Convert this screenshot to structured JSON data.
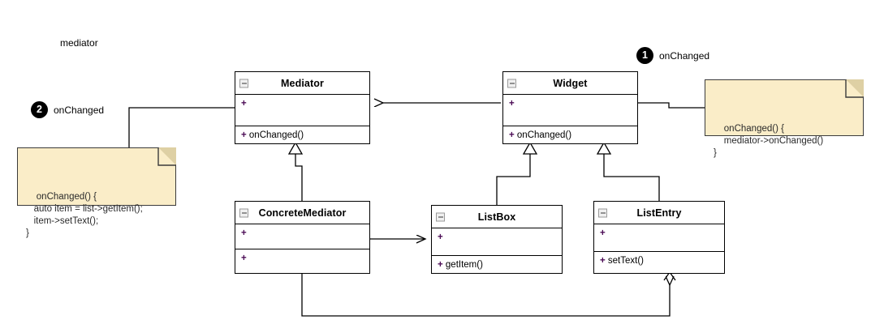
{
  "diagram": {
    "title_label": "mediator",
    "classes": [
      {
        "id": "mediator",
        "name": "Mediator",
        "collapse_icon": "minus-box-icon",
        "attributes": "+",
        "operations": "+ onChanged()"
      },
      {
        "id": "widget",
        "name": "Widget",
        "collapse_icon": "minus-box-icon",
        "attributes": "+",
        "operations": "+ onChanged()"
      },
      {
        "id": "concrete-mediator",
        "name": "ConcreteMediator",
        "collapse_icon": "minus-box-icon",
        "attributes": "+",
        "operations": "+"
      },
      {
        "id": "listbox",
        "name": "ListBox",
        "collapse_icon": "minus-box-icon",
        "attributes": "+",
        "operations": "+ getItem()"
      },
      {
        "id": "listentry",
        "name": "ListEntry",
        "collapse_icon": "minus-box-icon",
        "attributes": "+",
        "operations": "+ setText()"
      }
    ],
    "notes": [
      {
        "id": "note-widget-onchanged",
        "text": "onChanged() {\n    mediator->onChanged()\n}"
      },
      {
        "id": "note-mediator-onchanged",
        "text": "onChanged() {\n   auto item = list->getItem();\n   item->setText();\n}"
      }
    ],
    "badges": [
      {
        "id": "badge-1",
        "number": "1",
        "label": "onChanged"
      },
      {
        "id": "badge-2",
        "number": "2",
        "label": "onChanged"
      }
    ],
    "colors": {
      "note_fill": "#faedc8",
      "note_fold": "#ded0a4",
      "stroke": "#000000",
      "badge_fill": "#000000",
      "plus_color": "#4b0b55",
      "canvas": "#ffffff"
    }
  }
}
